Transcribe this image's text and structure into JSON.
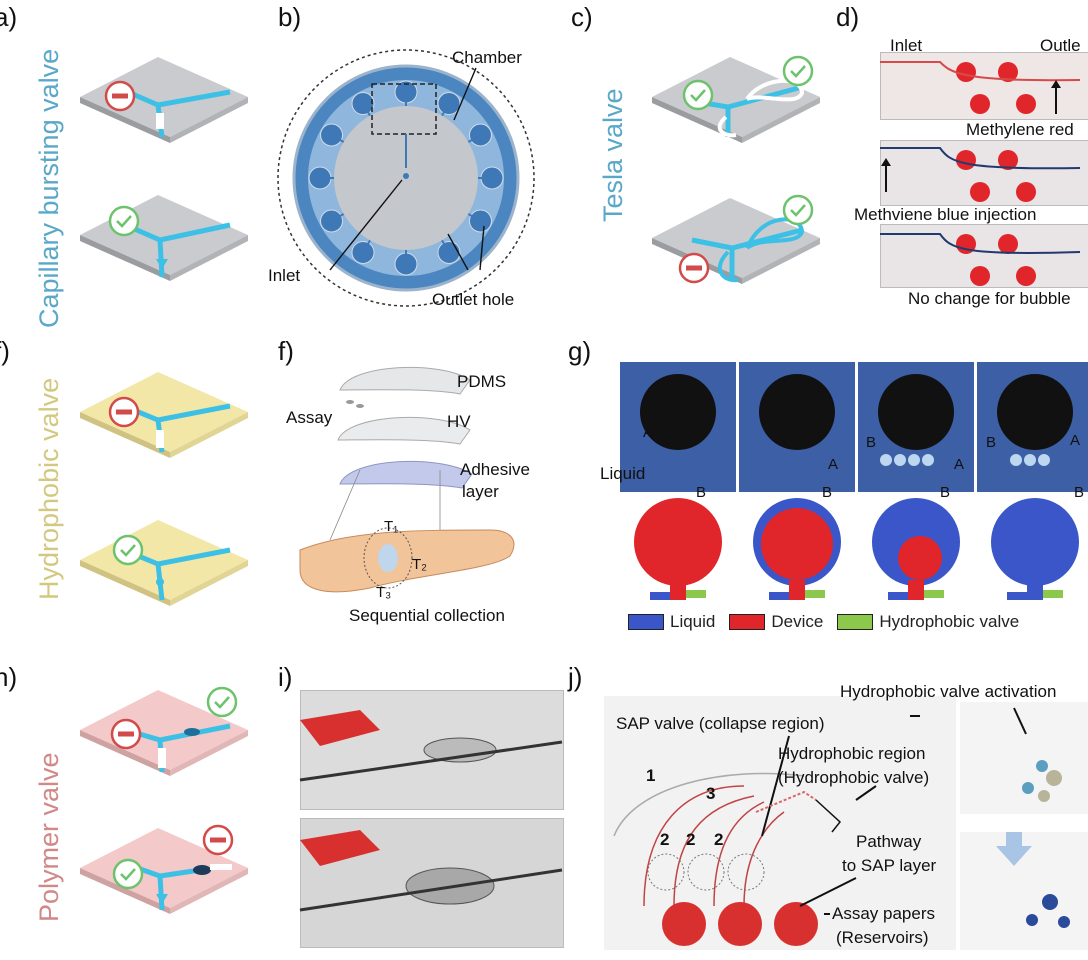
{
  "panels": {
    "a": {
      "label": "a)",
      "title": "Capillary bursting valve"
    },
    "b": {
      "label": "b)",
      "chamber": "Chamber",
      "inlet": "Inlet",
      "outlet_hole": "Outlet hole"
    },
    "c": {
      "label": "c)",
      "title": "Tesla valve"
    },
    "d": {
      "label": "d)",
      "inlet": "Inlet",
      "outlet": "Outle",
      "methylene_red": "Methylene red",
      "methylene_blue": "Methviene blue injection",
      "no_change": "No change for bubble"
    },
    "e": {
      "label": "f)",
      "title": "Hydrophobic valve"
    },
    "f": {
      "label": "f)",
      "pdms": "PDMS",
      "assay": "Assay",
      "hv": "HV",
      "adhesive1": "Adhesive",
      "adhesive2": "layer",
      "t1": "T₁",
      "t2": "T₂",
      "t3": "T₃",
      "sequential": "Sequential collection"
    },
    "g": {
      "label": "g)",
      "liquid_lbl": "Liquid",
      "a": "A",
      "b": "B",
      "legend": [
        {
          "name": "Liquid",
          "color": "#3a56c8"
        },
        {
          "name": "Device",
          "color": "#e0262a"
        },
        {
          "name": "Hydrophobic valve",
          "color": "#8cc84b"
        }
      ]
    },
    "h": {
      "label": "h)",
      "title": "Polymer valve"
    },
    "i": {
      "label": "i)"
    },
    "j": {
      "label": "j)",
      "hv_activation": "Hydrophobic valve activation",
      "sap_valve": "SAP valve (collapse region)",
      "hydro_region1": "Hydrophobic region",
      "hydro_region2": "(Hydrophobic valve)",
      "pathway1": "Pathway",
      "pathway2": "to SAP layer",
      "assay1": "Assay papers",
      "assay2": "(Reservoirs)",
      "n1": "1",
      "n2": "2",
      "n3": "3"
    }
  },
  "colors": {
    "channel": "#3cc0e6",
    "gray_plate": "#c9cbce",
    "yellow_plate": "#f3e7a8",
    "pink_plate": "#f3c9c9",
    "red": "#e0262a",
    "blue": "#3a56c8",
    "green_check": "#6cc36c",
    "blocked": "#d24a4a"
  }
}
